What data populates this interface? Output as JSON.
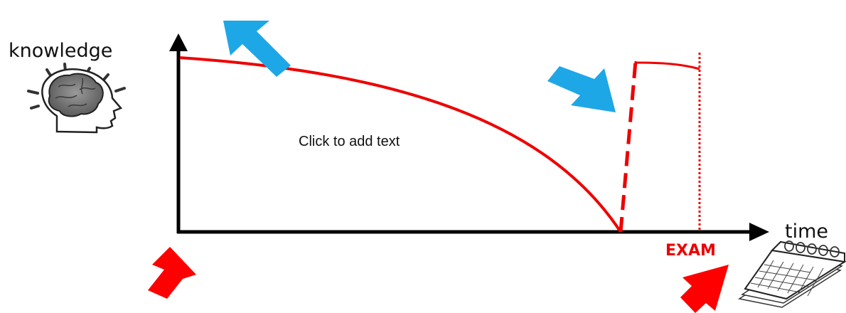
{
  "labels": {
    "y_axis": "knowledge",
    "x_axis": "time",
    "placeholder": "Click to add text",
    "exam": "EXAM"
  },
  "icons": {
    "head": "head-brain-icon",
    "calendar": "calendar-icon",
    "blue_arrow": "blue-arrow-icon",
    "red_arrow": "red-arrow-icon"
  },
  "colors": {
    "curve": "#ee0000",
    "axis": "#000000",
    "blue_arrow": "#1ea7e6",
    "red_arrow": "#ff0000"
  }
}
